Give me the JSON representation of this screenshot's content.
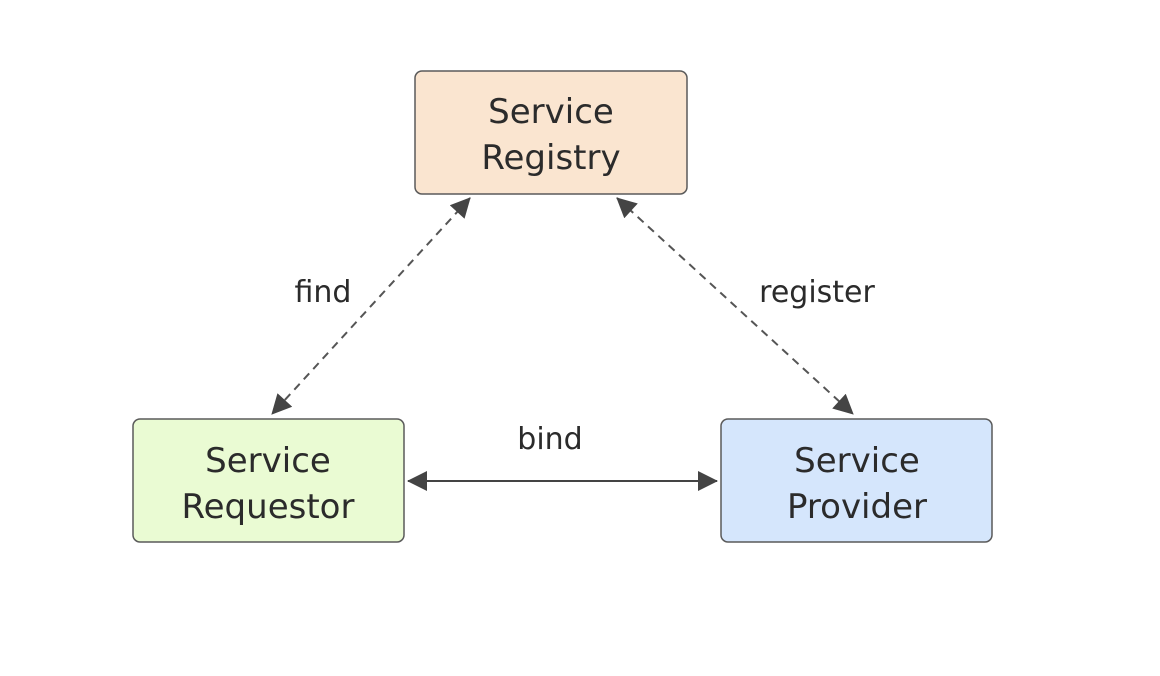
{
  "nodes": {
    "registry": {
      "line1": "Service",
      "line2": "Registry",
      "fill": "#fae5d0",
      "stroke": "#5a5a5a"
    },
    "requestor": {
      "line1": "Service",
      "line2": "Requestor",
      "fill": "#eafbd3",
      "stroke": "#5a5a5a"
    },
    "provider": {
      "line1": "Service",
      "line2": "Provider",
      "fill": "#d5e6fc",
      "stroke": "#5a5a5a"
    }
  },
  "edges": {
    "find": {
      "label": "find",
      "style": "dashed",
      "direction": "bidirectional"
    },
    "register": {
      "label": "register",
      "style": "dashed",
      "direction": "bidirectional"
    },
    "bind": {
      "label": "bind",
      "style": "solid",
      "direction": "bidirectional"
    }
  },
  "colors": {
    "background": "#ffffff",
    "line": "#444444",
    "text": "#2b2b2b"
  }
}
